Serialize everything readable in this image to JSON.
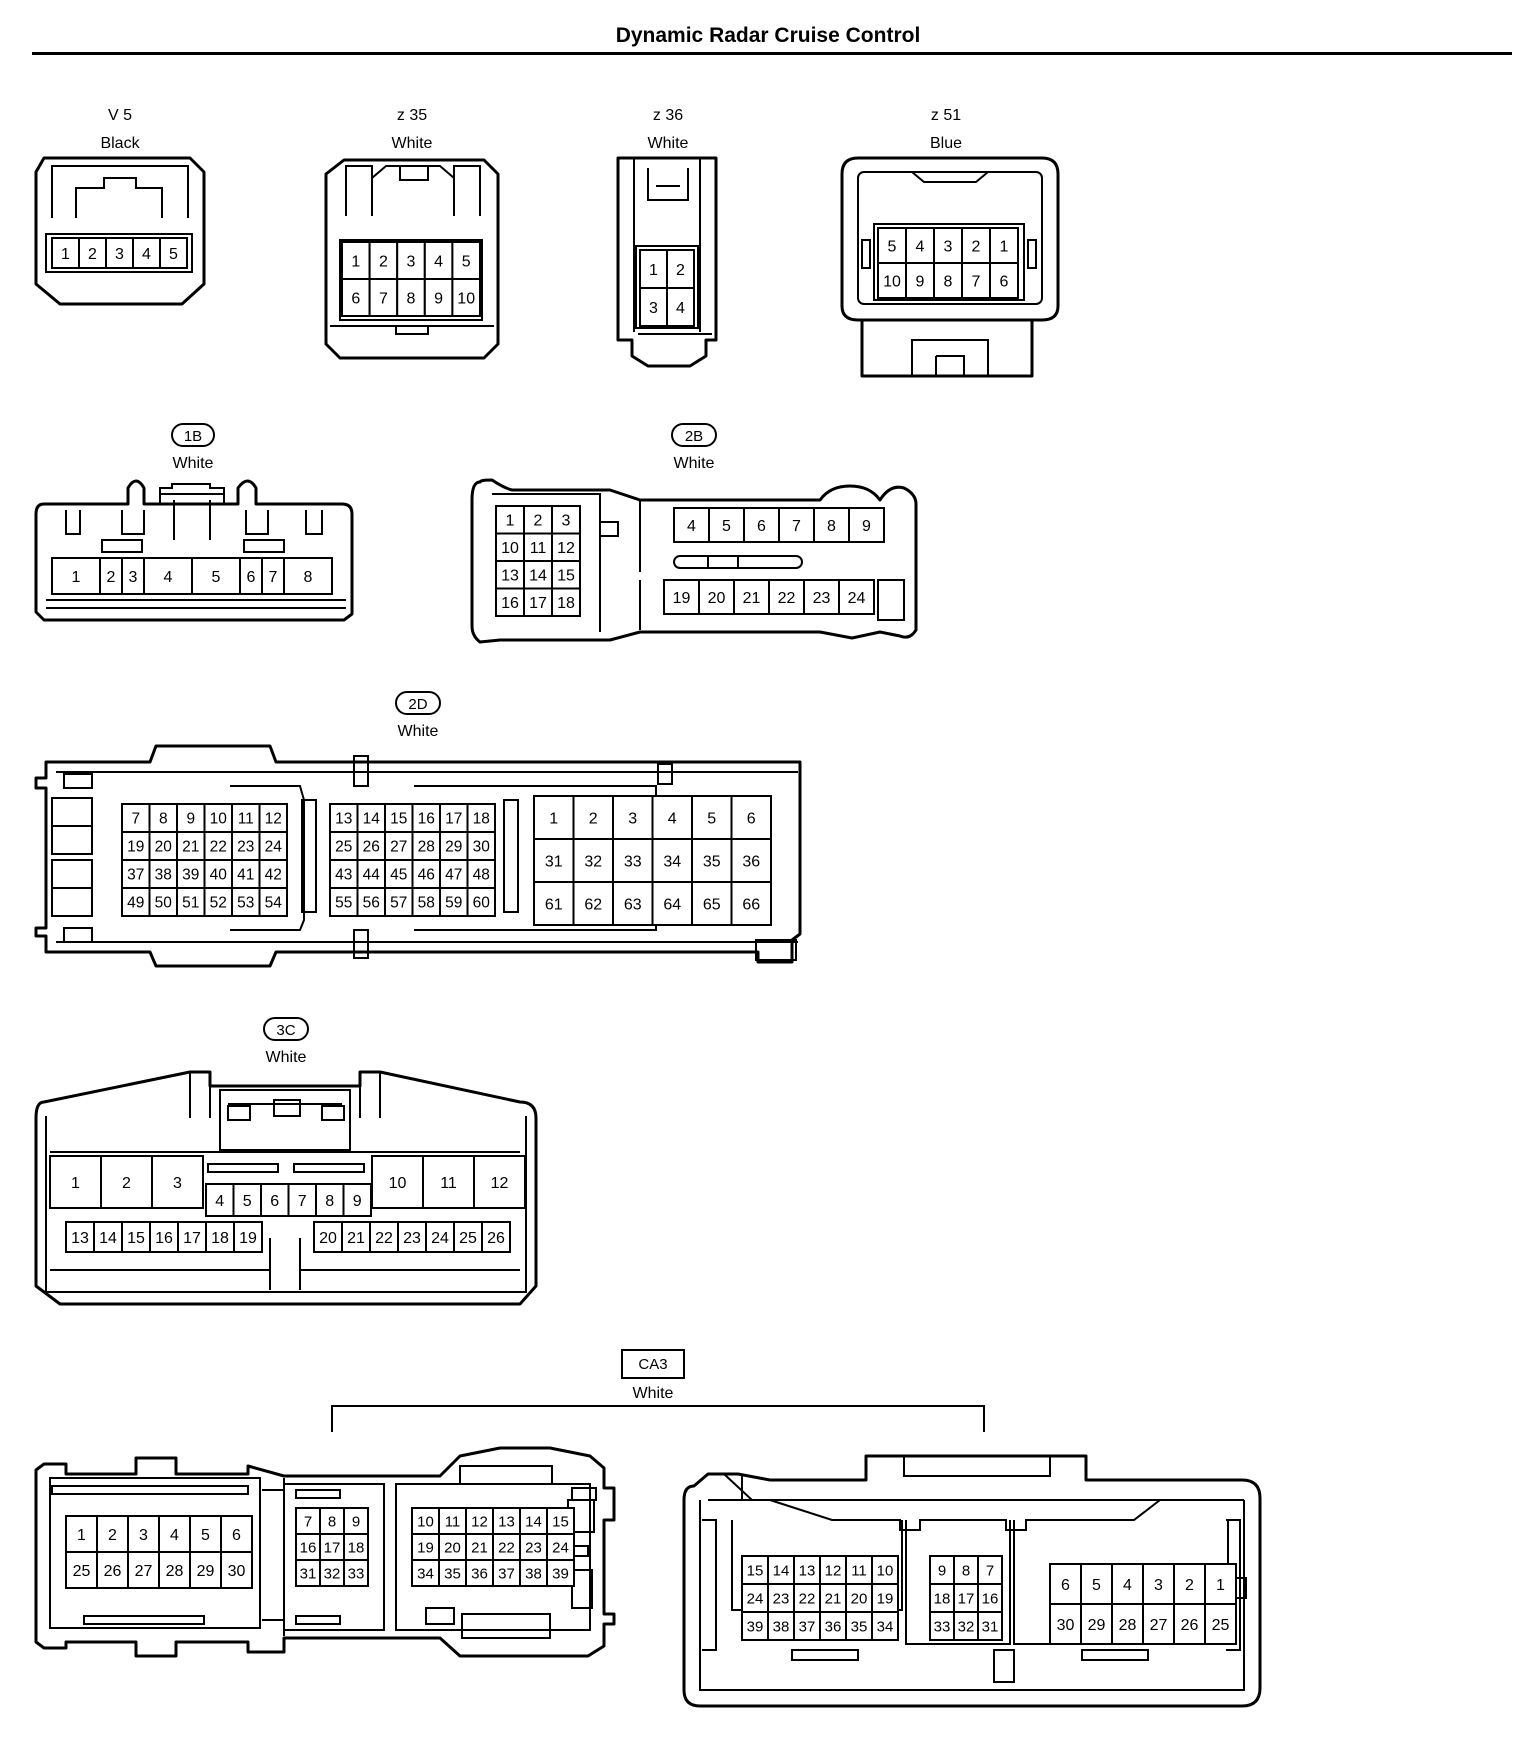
{
  "page": {
    "title": "Dynamic Radar Cruise Control"
  },
  "connectors": [
    {
      "id": "V5",
      "code": "V 5",
      "code_style": "plain",
      "color": "Black",
      "rows": [
        [
          "1",
          "2",
          "3",
          "4",
          "5"
        ]
      ]
    },
    {
      "id": "z35",
      "code": "z 35",
      "code_style": "plain",
      "color": "White",
      "rows": [
        [
          "1",
          "2",
          "3",
          "4",
          "5"
        ],
        [
          "6",
          "7",
          "8",
          "9",
          "10"
        ]
      ]
    },
    {
      "id": "z36",
      "code": "z 36",
      "code_style": "plain",
      "color": "White",
      "rows": [
        [
          "1",
          "2"
        ],
        [
          "3",
          "4"
        ]
      ]
    },
    {
      "id": "z51",
      "code": "z 51",
      "code_style": "plain",
      "color": "Blue",
      "rows": [
        [
          "5",
          "4",
          "3",
          "2",
          "1"
        ],
        [
          "10",
          "9",
          "8",
          "7",
          "6"
        ]
      ]
    },
    {
      "id": "1B",
      "code": "1B",
      "code_style": "oval",
      "color": "White",
      "rows": [
        [
          "1",
          "2",
          "3",
          "4",
          "5",
          "6",
          "7",
          "8"
        ]
      ]
    },
    {
      "id": "2B",
      "code": "2B",
      "code_style": "oval",
      "color": "White",
      "groups": [
        {
          "rows": [
            [
              "1",
              "2",
              "3"
            ],
            [
              "10",
              "11",
              "12"
            ],
            [
              "13",
              "14",
              "15"
            ],
            [
              "16",
              "17",
              "18"
            ]
          ]
        },
        {
          "rows": [
            [
              "4",
              "5",
              "6",
              "7",
              "8",
              "9"
            ]
          ]
        },
        {
          "rows": [
            [
              "19",
              "20",
              "21",
              "22",
              "23",
              "24"
            ]
          ]
        }
      ]
    },
    {
      "id": "2D",
      "code": "2D",
      "code_style": "oval",
      "color": "White",
      "groups": [
        {
          "rows": [
            [
              "7",
              "8",
              "9",
              "10",
              "11",
              "12"
            ],
            [
              "19",
              "20",
              "21",
              "22",
              "23",
              "24"
            ],
            [
              "37",
              "38",
              "39",
              "40",
              "41",
              "42"
            ],
            [
              "49",
              "50",
              "51",
              "52",
              "53",
              "54"
            ]
          ]
        },
        {
          "rows": [
            [
              "13",
              "14",
              "15",
              "16",
              "17",
              "18"
            ],
            [
              "25",
              "26",
              "27",
              "28",
              "29",
              "30"
            ],
            [
              "43",
              "44",
              "45",
              "46",
              "47",
              "48"
            ],
            [
              "55",
              "56",
              "57",
              "58",
              "59",
              "60"
            ]
          ]
        },
        {
          "rows": [
            [
              "1",
              "2",
              "3",
              "4",
              "5",
              "6"
            ],
            [
              "31",
              "32",
              "33",
              "34",
              "35",
              "36"
            ],
            [
              "61",
              "62",
              "63",
              "64",
              "65",
              "66"
            ]
          ]
        }
      ]
    },
    {
      "id": "3C",
      "code": "3C",
      "code_style": "oval",
      "color": "White",
      "groups": [
        {
          "rows": [
            [
              "1",
              "2",
              "3"
            ]
          ]
        },
        {
          "rows": [
            [
              "4",
              "5",
              "6",
              "7",
              "8",
              "9"
            ]
          ]
        },
        {
          "rows": [
            [
              "10",
              "11",
              "12"
            ]
          ]
        },
        {
          "rows": [
            [
              "13",
              "14",
              "15",
              "16",
              "17",
              "18",
              "19"
            ]
          ]
        },
        {
          "rows": [
            [
              "20",
              "21",
              "22",
              "23",
              "24",
              "25",
              "26"
            ]
          ]
        }
      ]
    },
    {
      "id": "CA3",
      "code": "CA3",
      "code_style": "box",
      "color": "White",
      "halves": [
        {
          "groups": [
            {
              "rows": [
                [
                  "1",
                  "2",
                  "3",
                  "4",
                  "5",
                  "6"
                ],
                [
                  "25",
                  "26",
                  "27",
                  "28",
                  "29",
                  "30"
                ]
              ]
            },
            {
              "rows": [
                [
                  "7",
                  "8",
                  "9"
                ],
                [
                  "16",
                  "17",
                  "18"
                ],
                [
                  "31",
                  "32",
                  "33"
                ]
              ]
            },
            {
              "rows": [
                [
                  "10",
                  "11",
                  "12",
                  "13",
                  "14",
                  "15"
                ],
                [
                  "19",
                  "20",
                  "21",
                  "22",
                  "23",
                  "24"
                ],
                [
                  "34",
                  "35",
                  "36",
                  "37",
                  "38",
                  "39"
                ]
              ]
            }
          ]
        },
        {
          "groups": [
            {
              "rows": [
                [
                  "15",
                  "14",
                  "13",
                  "12",
                  "11",
                  "10"
                ],
                [
                  "24",
                  "23",
                  "22",
                  "21",
                  "20",
                  "19"
                ],
                [
                  "39",
                  "38",
                  "37",
                  "36",
                  "35",
                  "34"
                ]
              ]
            },
            {
              "rows": [
                [
                  "9",
                  "8",
                  "7"
                ],
                [
                  "18",
                  "17",
                  "16"
                ],
                [
                  "33",
                  "32",
                  "31"
                ]
              ]
            },
            {
              "rows": [
                [
                  "6",
                  "5",
                  "4",
                  "3",
                  "2",
                  "1"
                ],
                [
                  "30",
                  "29",
                  "28",
                  "27",
                  "26",
                  "25"
                ]
              ]
            }
          ]
        }
      ]
    }
  ]
}
